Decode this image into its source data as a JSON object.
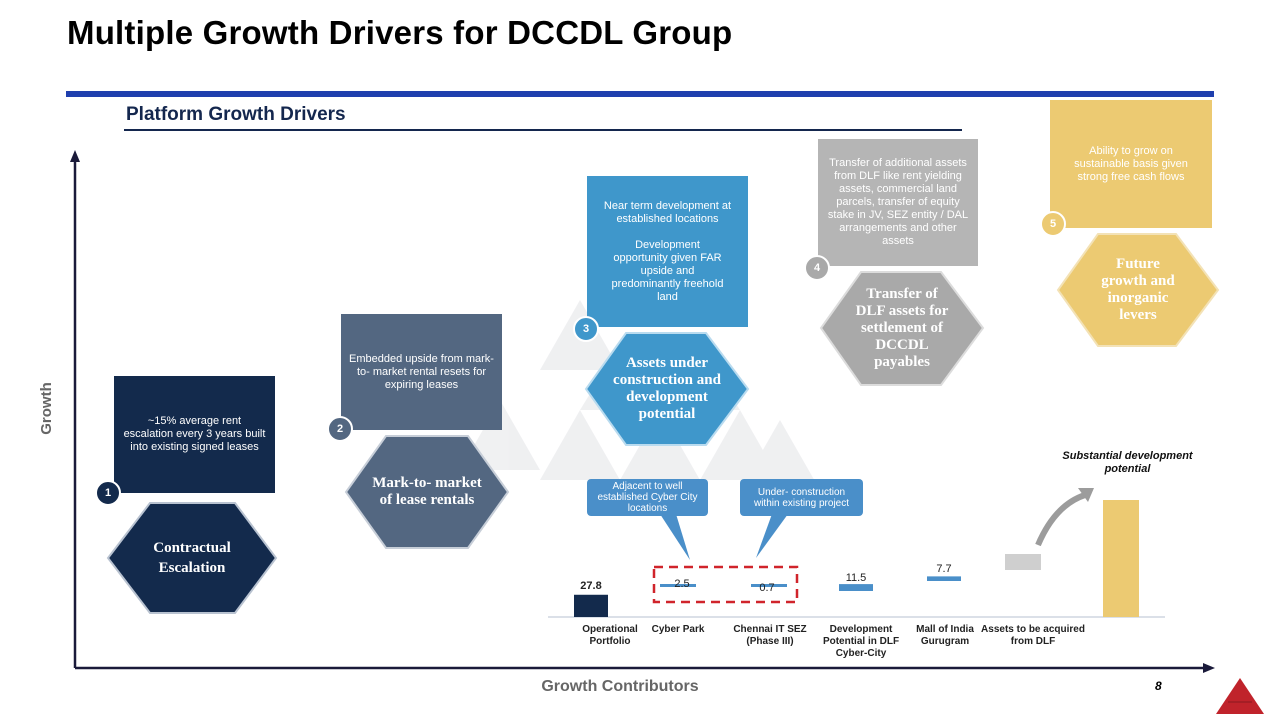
{
  "title": "Multiple Growth Drivers for DCCDL Group",
  "subtitle": "Platform Growth Drivers",
  "axis": {
    "y_title": "Growth",
    "x_title": "Growth Contributors"
  },
  "page_number": "8",
  "colors": {
    "driver1": "#132a4c",
    "driver2": "#536781",
    "driver3": "#3f97cb",
    "driver4": "#a9a9a9",
    "driver5": "#ecca72",
    "accent_blue": "#1f3fae",
    "dashed_red": "#d0242b"
  },
  "drivers": [
    {
      "number": "1",
      "description": "~15% average rent escalation every 3 years built into existing signed leases",
      "hexagon": "Contractual Escalation"
    },
    {
      "number": "2",
      "description": "Embedded upside from mark-to- market rental resets for expiring leases",
      "hexagon": "Mark-to- market of lease rentals"
    },
    {
      "number": "3",
      "description_1": "Near term development at established locations",
      "description_2": "Development opportunity given FAR upside and predominantly freehold land",
      "hexagon": "Assets under construction and development potential"
    },
    {
      "number": "4",
      "description": "Transfer of additional assets from DLF like rent yielding assets, commercial land parcels, transfer of equity stake in JV, SEZ entity / DAL arrangements and other assets",
      "hexagon": "Transfer of DLF assets for settlement of DCCDL payables"
    },
    {
      "number": "5",
      "description": "Ability to grow on sustainable basis given strong free cash flows",
      "hexagon": "Future growth and inorganic levers"
    }
  ],
  "callouts": [
    {
      "text": "Adjacent to well established Cyber City locations"
    },
    {
      "text": "Under- construction within existing project"
    }
  ],
  "chart_data": {
    "type": "bar",
    "categories": [
      "Operational Portfolio",
      "Cyber Park",
      "Chennai IT SEZ (Phase III)",
      "Development Potential in DLF Cyber-City",
      "Mall of India Gurugram",
      "Assets to be acquired from DLF",
      ""
    ],
    "values": [
      27.8,
      2.5,
      0.7,
      11.5,
      7.7,
      null,
      null
    ],
    "value_labels": [
      "27.8",
      "2.5",
      "0.7",
      "11.5",
      "7.7",
      "",
      ""
    ],
    "annotation": "Substantial development potential",
    "legend": "none",
    "grid": false
  }
}
